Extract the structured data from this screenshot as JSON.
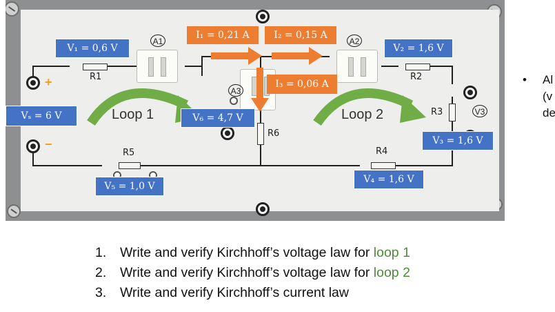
{
  "board": {
    "meters": {
      "a1": "A1",
      "a2": "A2",
      "a3": "A3",
      "v3": "V3"
    },
    "resistors": {
      "r1": "R1",
      "r2": "R2",
      "r3": "R3",
      "r4": "R4",
      "r5": "R5",
      "r6": "R6"
    },
    "signs": {
      "plus": "+",
      "minus": "−"
    }
  },
  "labels": {
    "v1": "V₁ = 0,6 V",
    "v2": "V₂ = 1,6 V",
    "vs": "Vₛ = 6 V",
    "v6": "V₆ = 4,7 V",
    "v3": "V₃ = 1,6 V",
    "v5": "V₅ = 1,0 V",
    "v4": "V₄ = 1,6 V",
    "i1": "I₁ = 0,21 A",
    "i2": "I₂ = 0,15 A",
    "i3": "I₃ = 0,06 A"
  },
  "loops": {
    "loop1": "Loop 1",
    "loop2": "Loop 2"
  },
  "side_text": {
    "bullet": "•",
    "line1": "Al",
    "line2": "(v",
    "line3": "de"
  },
  "tasks": [
    {
      "num": "1.",
      "text": "Write and verify Kirchhoff’s voltage law for ",
      "highlight": "loop 1"
    },
    {
      "num": "2.",
      "text": "Write and verify Kirchhoff’s voltage law for ",
      "highlight": "loop 2"
    },
    {
      "num": "3.",
      "text": "Write and verify Kirchhoff’s current law",
      "highlight": ""
    }
  ],
  "colors": {
    "blue_label": "#4472c4",
    "orange_label": "#ed7d31",
    "loop_arrow": "#70ad47",
    "loop_text_highlight": "#4e8c3a"
  }
}
